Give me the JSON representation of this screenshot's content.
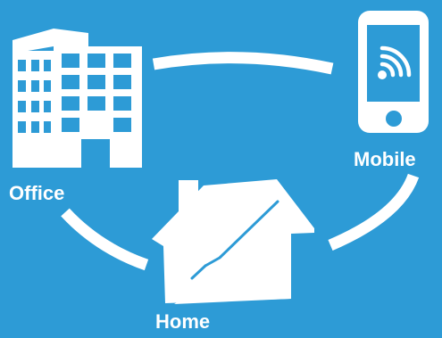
{
  "colors": {
    "background": "#2d9bd6",
    "foreground": "#ffffff"
  },
  "nodes": {
    "office": {
      "label": "Office",
      "icon": "office-building-icon"
    },
    "mobile": {
      "label": "Mobile",
      "icon": "mobile-phone-wireless-icon"
    },
    "home": {
      "label": "Home",
      "icon": "house-icon"
    }
  },
  "connectors": [
    "office-mobile-arc",
    "mobile-home-arc",
    "home-office-arc"
  ]
}
